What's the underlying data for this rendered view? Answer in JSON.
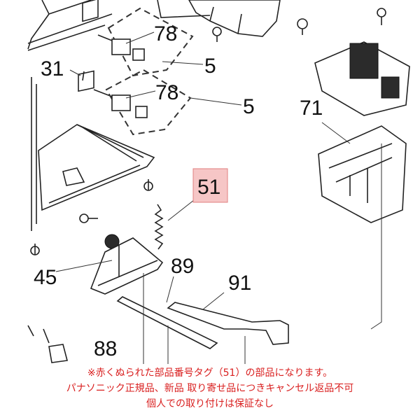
{
  "callouts": {
    "c78a": "78",
    "c31": "31",
    "c5a": "5",
    "c78b": "78",
    "c5b": "5",
    "c71": "71",
    "c51": "51",
    "c45": "45",
    "c89": "89",
    "c91": "91",
    "c88": "88"
  },
  "highlight": {
    "fill": "#f6c6c6",
    "stroke": "#e08080"
  },
  "footer": {
    "line1": "※赤くぬられた部品番号タグ（51）の部品になります。",
    "line2": "パナソニック正規品、新品 取り寄せ品につきキャンセル返品不可",
    "line3": "個人での取り付けは保証なし"
  }
}
